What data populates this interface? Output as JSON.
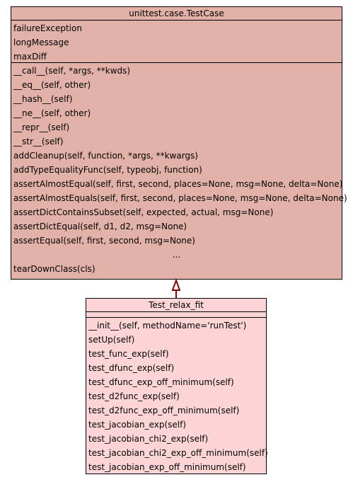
{
  "base_class": {
    "name": "unittest.case.TestCase",
    "attributes": [
      "failureException",
      "longMessage",
      "maxDiff"
    ],
    "methods": [
      "__call__(self, *args, **kwds)",
      "__eq__(self, other)",
      "__hash__(self)",
      "__ne__(self, other)",
      "__repr__(self)",
      "__str__(self)",
      "addCleanup(self, function, *args, **kwargs)",
      "addTypeEqualityFunc(self, typeobj, function)",
      "assertAlmostEqual(self, first, second, places=None, msg=None, delta=None)",
      "assertAlmostEquals(self, first, second, places=None, msg=None, delta=None)",
      "assertDictContainsSubset(self, expected, actual, msg=None)",
      "assertDictEqual(self, d1, d2, msg=None)",
      "assertEqual(self, first, second, msg=None)",
      "...",
      "tearDownClass(cls)"
    ]
  },
  "derived_class": {
    "name": "Test_relax_fit",
    "attributes": [],
    "methods": [
      "__init__(self, methodName='runTest')",
      "setUp(self)",
      "test_func_exp(self)",
      "test_dfunc_exp(self)",
      "test_dfunc_exp_off_minimum(self)",
      "test_d2func_exp(self)",
      "test_d2func_exp_off_minimum(self)",
      "test_jacobian_exp(self)",
      "test_jacobian_chi2_exp(self)",
      "test_jacobian_chi2_exp_off_minimum(self)",
      "test_jacobian_exp_off_minimum(self)"
    ]
  },
  "colors": {
    "base_fill": "#e2b1a7",
    "derived_fill": "#fdd5d6",
    "arrow": "#8b0000"
  }
}
